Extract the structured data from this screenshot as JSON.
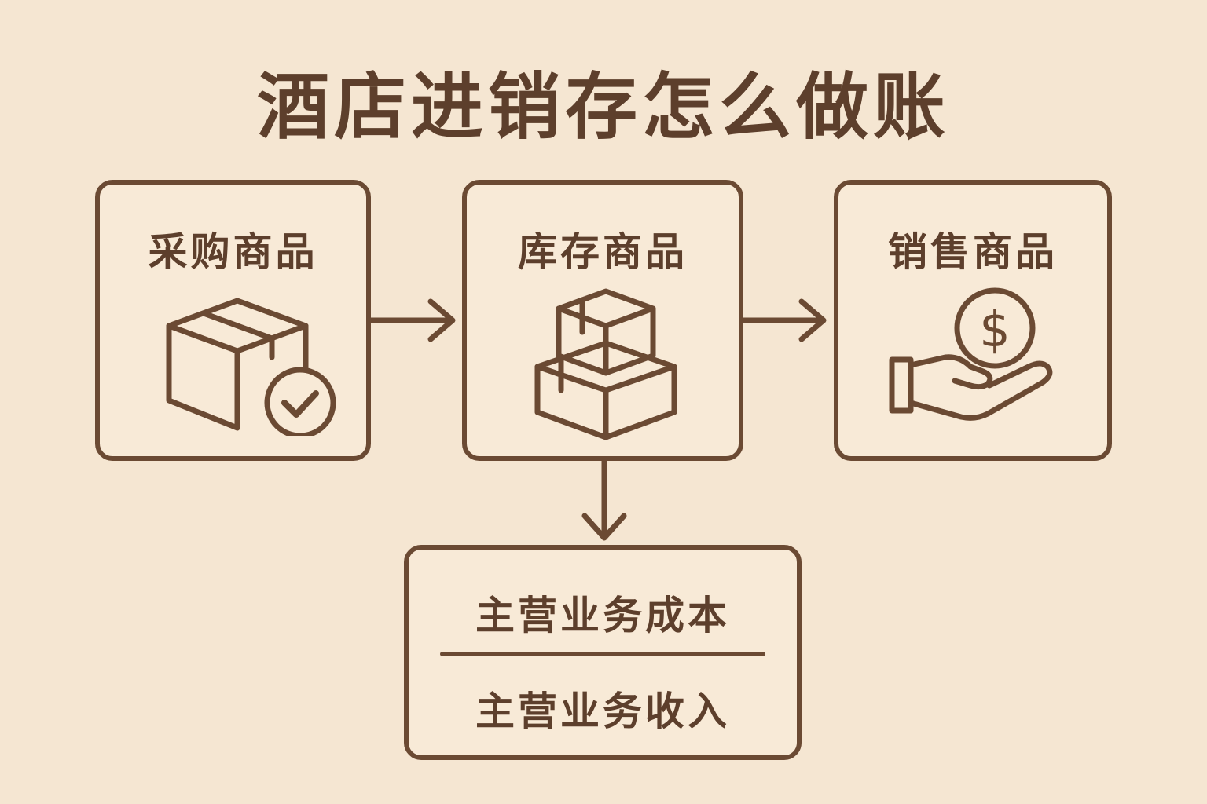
{
  "title": "酒店进销存怎么做账",
  "steps": [
    {
      "label": "采购商品",
      "icon": "box-check-icon"
    },
    {
      "label": "库存商品",
      "icon": "stacked-boxes-icon"
    },
    {
      "label": "销售商品",
      "icon": "hand-dollar-icon"
    }
  ],
  "ledger": {
    "cost": "主营业务成本",
    "revenue": "主营业务收入"
  },
  "colors": {
    "background": "#f5e6d2",
    "box_fill": "#f8ead7",
    "stroke": "#6b4a33",
    "text": "#5d3f2c"
  }
}
